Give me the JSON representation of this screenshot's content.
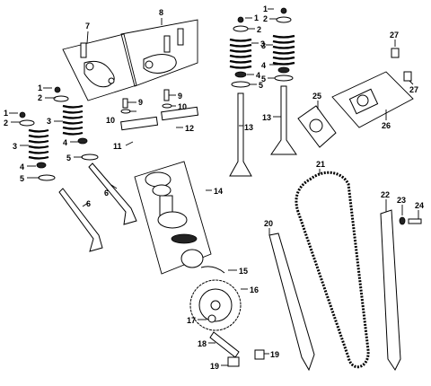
{
  "callouts": {
    "c1a": "1",
    "c2a": "2",
    "c3a": "3",
    "c4a": "4",
    "c5a": "5",
    "c6a": "6",
    "c1b": "1",
    "c2b": "2",
    "c3b": "3",
    "c4b": "4",
    "c5b": "5",
    "c6b": "6",
    "c7": "7",
    "c8": "8",
    "c9": "9",
    "c10": "10",
    "c11": "11",
    "c12": "12",
    "c1c": "1",
    "c2c": "2",
    "c3c": "3",
    "c4c": "4",
    "c5c": "5",
    "c13a": "13",
    "c1d": "1",
    "c2d": "2",
    "c3d": "3",
    "c4d": "4",
    "c5d": "5",
    "c13b": "13",
    "c14": "14",
    "c15": "15",
    "c16": "16",
    "c17": "17",
    "c18": "18",
    "c19a": "19",
    "c19b": "19",
    "c20": "20",
    "c21": "21",
    "c22": "22",
    "c23": "23",
    "c24": "24",
    "c25": "25",
    "c26": "26",
    "c27a": "27",
    "c27b": "27",
    "c9b": "9",
    "c10b": "10"
  }
}
